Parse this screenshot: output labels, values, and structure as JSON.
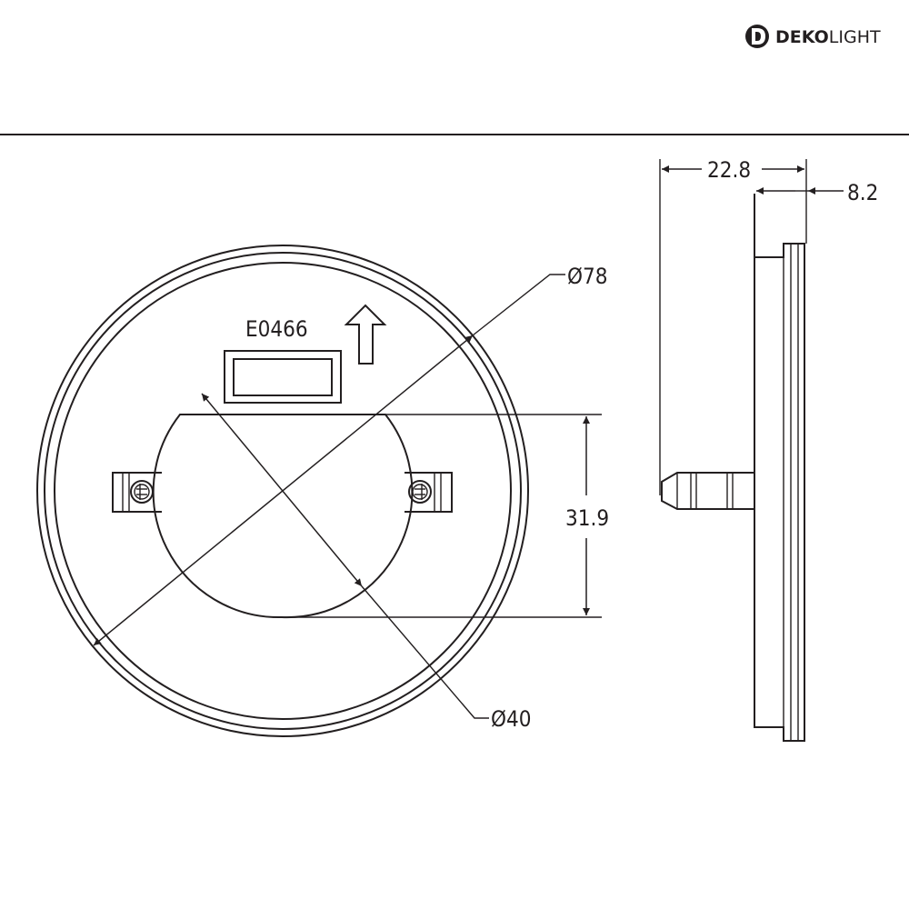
{
  "brand": {
    "bold": "DEKO",
    "regular": "LIGHT",
    "logo_icon": "dekolight-d-icon"
  },
  "front_view": {
    "model_label": "E0466",
    "arrow_icon": "up-arrow-icon",
    "outer_diameter": "Ø78",
    "cutout_diameter": "Ø40",
    "height": "31.9"
  },
  "side_view": {
    "depth_total": "22.8",
    "depth_flange": "8.2"
  },
  "colors": {
    "line": "#231f20",
    "background": "#ffffff"
  }
}
